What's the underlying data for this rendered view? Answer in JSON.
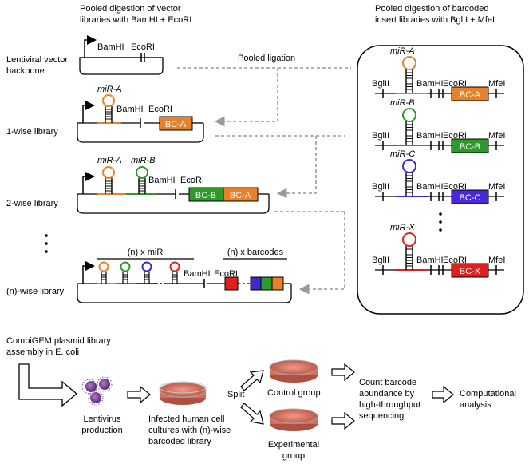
{
  "headers": {
    "vector_digestion": [
      "Pooled digestion of vector",
      "libraries with BamHI + EcoRI"
    ],
    "insert_digestion": [
      "Pooled digestion of barcoded",
      "insert libraries with BglII + MfeI"
    ]
  },
  "left": {
    "backbone_label": [
      "Lentiviral vector",
      "backbone"
    ],
    "pooled_ligation": "Pooled ligation",
    "lib1_label": "1-wise library",
    "lib2_label": "2-wise library",
    "libn_label": "(n)-wise library",
    "bamhi": "BamHI",
    "ecori": "EcoRI",
    "mir_a": "miR-A",
    "mir_b": "miR-B",
    "n_mir": "(n) x miR",
    "n_barcodes": "(n) x barcodes",
    "bc_a": "BC-A",
    "bc_b": "BC-B"
  },
  "inserts": {
    "bglii": "BglII",
    "bamhi": "BamHI",
    "ecori": "EcoRI",
    "mfei": "MfeI",
    "items": [
      {
        "mir": "miR-A",
        "bc": "BC-A"
      },
      {
        "mir": "miR-B",
        "bc": "BC-B"
      },
      {
        "mir": "miR-C",
        "bc": "BC-C"
      },
      {
        "mir": "miR-X",
        "bc": "BC-X"
      }
    ]
  },
  "workflow": {
    "assembly": [
      "CombiGEM plasmid library",
      "assembly in E. coli"
    ],
    "lentivirus": [
      "Lentivirus",
      "production"
    ],
    "infected": [
      "Infected human cell",
      "cultures with (n)-wise",
      "barcoded library"
    ],
    "split": "Split",
    "control": "Control group",
    "experimental": [
      "Experimental",
      "group"
    ],
    "count": [
      "Count barcode",
      "abundance by",
      "high-throughput",
      "sequencing"
    ],
    "computational": [
      "Computational",
      "analysis"
    ]
  },
  "colors": {
    "orange": "#e8822a",
    "green": "#2e9a2e",
    "blue": "#3a2ad0",
    "red": "#e01f1f",
    "bc_orange": "#e8822a",
    "bc_green": "#2e9a2e",
    "bc_blue": "#4a2ad8",
    "bc_red": "#e01f1f",
    "arrow_gray": "#999999",
    "dish_fill": "#e08070",
    "virus": "#7a4a9a"
  }
}
